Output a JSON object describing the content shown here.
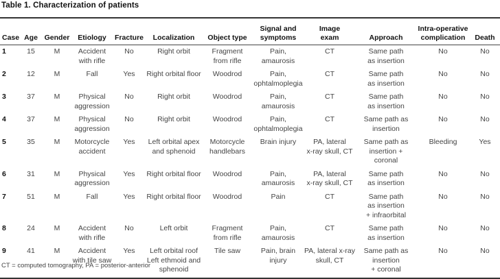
{
  "title": "Table 1. Characterization of patients",
  "columns": [
    "Case",
    "Age",
    "Gender",
    "Etiology",
    "Fracture",
    "Localization",
    "Object type",
    "Signal and\nsymptoms",
    "Image\nexam",
    "Approach",
    "Intra-operative\ncomplication",
    "Death"
  ],
  "rows": [
    [
      "1",
      "15",
      "M",
      "Accident\nwith rifle",
      "No",
      "Right orbit",
      "Fragment\nfrom rifle",
      "Pain,\namaurosis",
      "CT",
      "Same path\nas insertion",
      "No",
      "No"
    ],
    [
      "2",
      "12",
      "M",
      "Fall",
      "Yes",
      "Right orbital floor",
      "Woodrod",
      "Pain,\nophtalmoplegia",
      "CT",
      "Same path\nas insertion",
      "No",
      "No"
    ],
    [
      "3",
      "37",
      "M",
      "Physical\naggression",
      "No",
      "Right orbit",
      "Woodrod",
      "Pain,\namaurosis",
      "CT",
      "Same path\nas insertion",
      "No",
      "No"
    ],
    [
      "4",
      "37",
      "M",
      "Physical\naggression",
      "No",
      "Right orbit",
      "Woodrod",
      "Pain,\nophtalmoplegia",
      "CT",
      "Same path as\ninsertion",
      "No",
      "No"
    ],
    [
      "5",
      "35",
      "M",
      "Motorcycle\naccident",
      "Yes",
      "Left orbital apex\nand sphenoid",
      "Motorcycle\nhandlebars",
      "Brain injury",
      "PA, lateral\nx-ray skull, CT",
      "Same path as\ninsertion + coronal",
      "Bleeding",
      "Yes"
    ],
    [
      "6",
      "31",
      "M",
      "Physical\naggression",
      "Yes",
      "Right orbital floor",
      "Woodrod",
      "Pain, amaurosis",
      "PA, lateral\nx-ray skull, CT",
      "Same path\nas insertion",
      "No",
      "No"
    ],
    [
      "7",
      "51",
      "M",
      "Fall",
      "Yes",
      "Right orbital floor",
      "Woodrod",
      "Pain",
      "CT",
      "Same path\nas insertion\n+ infraorbital",
      "No",
      "No"
    ],
    [
      "8",
      "24",
      "M",
      "Accident\nwith rifle",
      "No",
      "Left orbit",
      "Fragment\nfrom rifle",
      "Pain,\namaurosis",
      "CT",
      "Same path\nas insertion",
      "No",
      "No"
    ],
    [
      "9",
      "41",
      "M",
      "Accident\nwith tile saw",
      "Yes",
      "Left orbital roof\nLeft ethmoid and\nsphenoid",
      "Tile saw",
      "Pain, brain\ninjury",
      "PA, lateral x-ray\nskull, CT",
      "Same path as\ninsertion\n+ coronal",
      "No",
      "No"
    ]
  ],
  "footnote": "CT = computed tomography, PA = posterior-anterior"
}
